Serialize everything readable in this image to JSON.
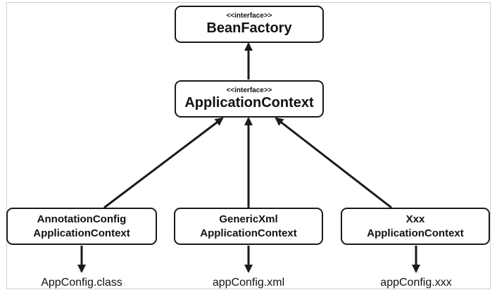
{
  "interfaces": {
    "bean_factory": {
      "stereotype": "<<interface>>",
      "name": "BeanFactory"
    },
    "application_context": {
      "stereotype": "<<interface>>",
      "name": "ApplicationContext"
    }
  },
  "implementations": [
    {
      "line1": "AnnotationConfig",
      "line2": "ApplicationContext",
      "config": "AppConfig.class"
    },
    {
      "line1": "GenericXml",
      "line2": "ApplicationContext",
      "config": "appConfig.xml"
    },
    {
      "line1": "Xxx",
      "line2": "ApplicationContext",
      "config": "appConfig.xxx"
    }
  ],
  "colors": {
    "stroke": "#1a1a1a",
    "frame": "#cfcfcf"
  }
}
